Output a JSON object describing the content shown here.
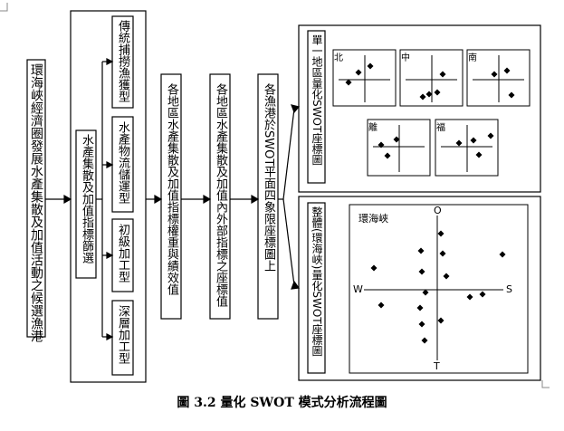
{
  "boxes": {
    "development": "環海峽經濟圈發展水產集散及加值活動之候選漁港",
    "screening": "水產集散及加值指標篩選",
    "types": [
      "傳統捕撈漁獲型",
      "水產物流儲運型",
      "初級加工型",
      "深層加工型"
    ],
    "weights": "各地區水產集散及加值指標權重與績效值",
    "coords": "各地區水產集散及加值內外部指標之座標值",
    "plane": "各漁港於SWOT平面四象限座標圖上",
    "single_title": "單一地區量化SWOT座標圖",
    "overall_title": "整體(環海峽)量化SWOT座標圖"
  },
  "regions": [
    "北",
    "中",
    "南",
    "離",
    "福"
  ],
  "overall": {
    "title": "環海峽",
    "axes": {
      "top": "O",
      "bottom": "T",
      "left": "W",
      "right": "S"
    }
  },
  "caption": "圖 3.2  量化 SWOT 模式分析流程圖"
}
